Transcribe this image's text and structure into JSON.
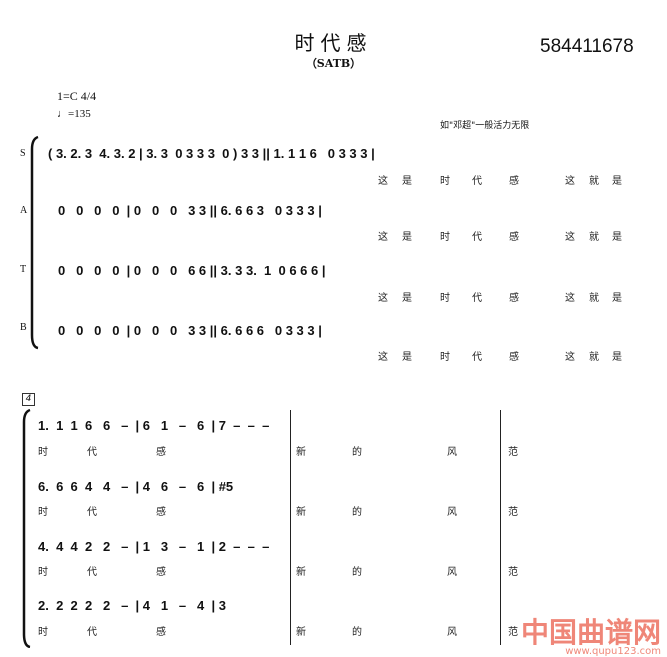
{
  "header": {
    "title": "时代感",
    "subtitle": "（SATB）",
    "id_number": "584411678",
    "key": "1=C 4/4",
    "tempo": "♩=135",
    "expression": "如\"邓超\"一般活力无限",
    "system_number": "4"
  },
  "voices": [
    "S",
    "A",
    "T",
    "B"
  ],
  "system1": {
    "S": {
      "notes": "( 3. 2. 3  4. 3. 2 | 3. 3  0 3 3 3  0 ) 3 3 || 1. 1 1 6   0 3 3 3 |",
      "lyrics": [
        "这",
        "是",
        "时",
        "代",
        "感",
        "这",
        "就",
        "是"
      ]
    },
    "A": {
      "notes": "0   0   0   0  | 0   0   0   3 3 || 6. 6 6 3   0 3 3 3 |",
      "lyrics": [
        "这",
        "是",
        "时",
        "代",
        "感",
        "这",
        "就",
        "是"
      ]
    },
    "T": {
      "notes": "0   0   0   0  | 0   0   0   6 6 || 3. 3 3.  1  0 6 6 6 |",
      "lyrics": [
        "这",
        "是",
        "时",
        "代",
        "感",
        "这",
        "就",
        "是"
      ]
    },
    "B": {
      "notes": "0   0   0   0  | 0   0   0   3 3 || 6. 6 6 6   0 3 3 3 |",
      "lyrics": [
        "这",
        "是",
        "时",
        "代",
        "感",
        "这",
        "就",
        "是"
      ]
    }
  },
  "system2": {
    "S": {
      "notes": "1.  1  1  6   6   –  | 6   1   –   6  | 7  –  –  –",
      "lyrics": [
        "时",
        "代",
        "感",
        "新",
        "的",
        "风",
        "范"
      ]
    },
    "A": {
      "notes": "6.  6  6  4   4   –  | 4   6   –   6  | #5",
      "lyrics": [
        "时",
        "代",
        "感",
        "新",
        "的",
        "风",
        "范"
      ]
    },
    "T": {
      "notes": "4.  4  4  2   2   –  | 1   3   –   1  | 2  –  –  –",
      "lyrics": [
        "时",
        "代",
        "感",
        "新",
        "的",
        "风",
        "范"
      ]
    },
    "B": {
      "notes": "2.  2  2  2   2   –  | 4   1   –   4  | 3",
      "lyrics": [
        "时",
        "代",
        "感",
        "新",
        "的",
        "风",
        "范"
      ]
    }
  },
  "watermark": {
    "text": "中国曲谱网",
    "url": "www.qupu123.com"
  }
}
